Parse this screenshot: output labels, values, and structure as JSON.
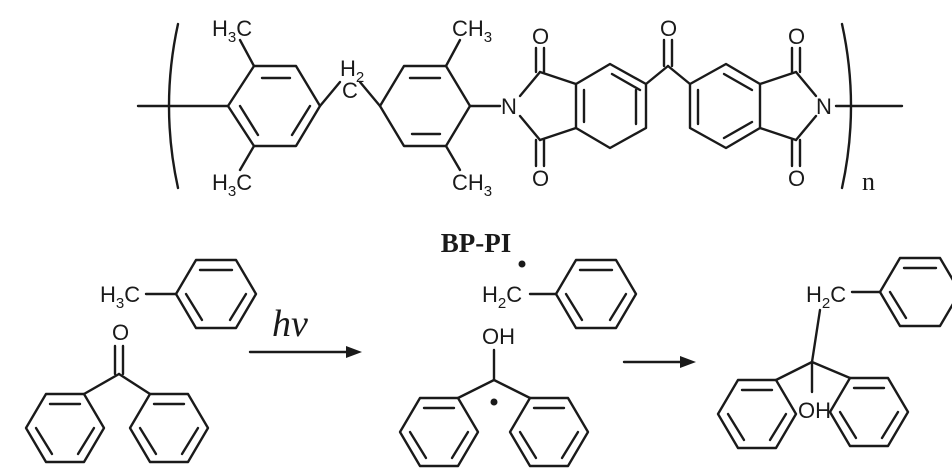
{
  "polymer": {
    "name": "BP-PI",
    "repeat_index": "n",
    "methyl_groups": [
      "H3C",
      "H3C",
      "CH3",
      "CH3"
    ],
    "bridge": "H2C",
    "imide_atoms": {
      "oxygen": "O",
      "nitrogen": "N"
    }
  },
  "reaction": {
    "light_label": "hv",
    "toluene_methyl": "H3C",
    "ketone_oxygen": "O",
    "radical_group": "H2C",
    "hydroxyl": "OH",
    "product_methylene": "H2C",
    "product_hydroxyl": "OH"
  }
}
